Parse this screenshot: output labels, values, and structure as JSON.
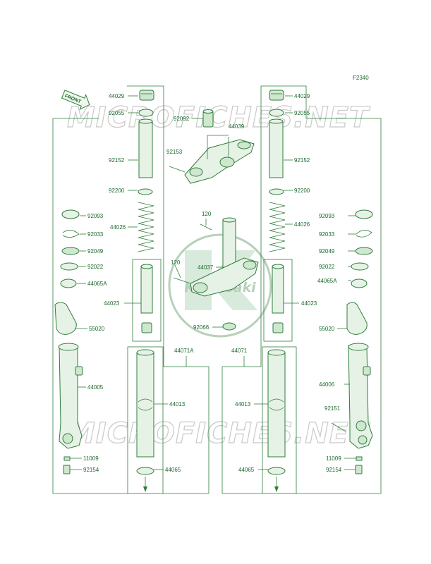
{
  "diagram_id": "F2340",
  "front_label": "FRONT",
  "watermark": "MICROFICHES.NET",
  "logo_text": "Kawasaki",
  "colors": {
    "line": "#2e7d3a",
    "text": "#1d6a2c",
    "watermark": "#c9c9c9"
  },
  "labels": {
    "l44029": "44029",
    "l92055": "92055",
    "l92152": "92152",
    "l92200": "92200",
    "l44026": "44026",
    "l92093": "92093",
    "l92033": "92033",
    "l92049": "92049",
    "l92022": "92022",
    "l44065a": "44065A",
    "l44023": "44023",
    "l55020": "55020",
    "l44005": "44005",
    "l11009": "11009",
    "l92154": "92154",
    "l44071a": "44071A",
    "l44013": "44013",
    "l44065": "44065",
    "r44029": "44029",
    "r92055": "92055",
    "r92152": "92152",
    "r92200": "92200",
    "r44026": "44026",
    "r92093": "92093",
    "r92033": "92033",
    "r92049": "92049",
    "r92022": "92022",
    "r44065a": "44065A",
    "r44023": "44023",
    "r55020": "55020",
    "r44006": "44006",
    "r92151": "92151",
    "r11009": "11009",
    "r92154": "92154",
    "r44071": "44071",
    "r44013": "44013",
    "r44065": "44065",
    "c92092": "92092",
    "c44039": "44039",
    "c92153": "92153",
    "c120a": "120",
    "c120b": "120",
    "c44037": "44037",
    "c92066": "92066"
  }
}
